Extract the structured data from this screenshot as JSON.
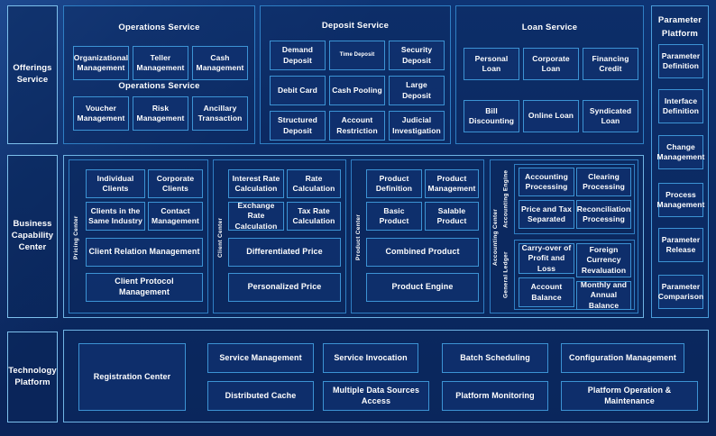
{
  "colors": {
    "background": "#0b2d6b",
    "panel_border": "#4a9ddb",
    "cell_border": "#3c93d4",
    "text": "#ffffff"
  },
  "rows": [
    {
      "id": "offerings",
      "side_label": "Offerings\nService",
      "side_label_text": "Offerings Service",
      "groups": [
        {
          "id": "operations-service",
          "title": "Operations Service",
          "subtitle": "Operations Service",
          "cells": [
            "Organizational Management",
            "Teller Management",
            "Cash Management",
            "Voucher Management",
            "Risk Management",
            "Ancillary Transaction"
          ]
        },
        {
          "id": "deposit-service",
          "title": "Deposit Service",
          "cells": [
            "Demand Deposit",
            "Time Deposit",
            "Security Deposit",
            "Debit Card",
            "Cash Pooling",
            "Large Deposit",
            "Structured Deposit",
            "Account Restriction",
            "Judicial Investigation"
          ]
        },
        {
          "id": "loan-service",
          "title": "Loan Service",
          "cells": [
            "Personal Loan",
            "Corporate Loan",
            "Financing Credit",
            "Bill Discounting",
            "Online Loan",
            "Syndicated Loan"
          ]
        }
      ]
    },
    {
      "id": "business-capability",
      "side_label_text": "Business Capability Center",
      "groups": [
        {
          "id": "pricing-center",
          "vertical_label": "Pricing Center",
          "cells": [
            "Individual Clients",
            "Corporate Clients",
            "Clients in the Same Industry",
            "Contact Management",
            "Client Relation Management",
            "Client Protocol Management"
          ]
        },
        {
          "id": "client-center",
          "vertical_label": "Client Center",
          "cells": [
            "Interest Rate Calculation",
            "Rate Calculation",
            "Exchange Rate Calculation",
            "Tax Rate Calculation",
            "Differentiated Price",
            "Personalized Price"
          ]
        },
        {
          "id": "product-center",
          "vertical_label": "Product Center",
          "cells": [
            "Product Definition",
            "Product Management",
            "Basic Product",
            "Salable Product",
            "Combined Product",
            "Product Engine"
          ]
        },
        {
          "id": "accounting-center",
          "vertical_label": "Accounting Center",
          "sub_labels": [
            "Accounting Engine",
            "General Ledger"
          ],
          "cells_engine": [
            "Accounting Processing",
            "Clearing Processing",
            "Price and Tax Separated",
            "Reconciliation Processing"
          ],
          "cells_ledger": [
            "Carry-over of Profit and Loss",
            "Foreign Currency Revaluation",
            "Account Balance",
            "Monthly and Annual Balance"
          ]
        }
      ]
    },
    {
      "id": "technology-platform",
      "side_label_text": "Technology Platform",
      "groups": [
        {
          "id": "tech-grid",
          "cells": [
            "Registration Center",
            "Service Management",
            "Service Invocation",
            "Batch Scheduling",
            "Configuration Management",
            "Distributed Cache",
            "Multiple Data Sources Access",
            "Platform Monitoring",
            "Platform Operation & Maintenance"
          ]
        }
      ]
    }
  ],
  "right_column": {
    "title_line1": "Parameter",
    "title_line2": "Platform",
    "title": "Parameter Platform",
    "items": [
      "Parameter Definition",
      "Interface Definition",
      "Change Management",
      "Process Management",
      "Parameter Release",
      "Parameter Comparison"
    ]
  }
}
